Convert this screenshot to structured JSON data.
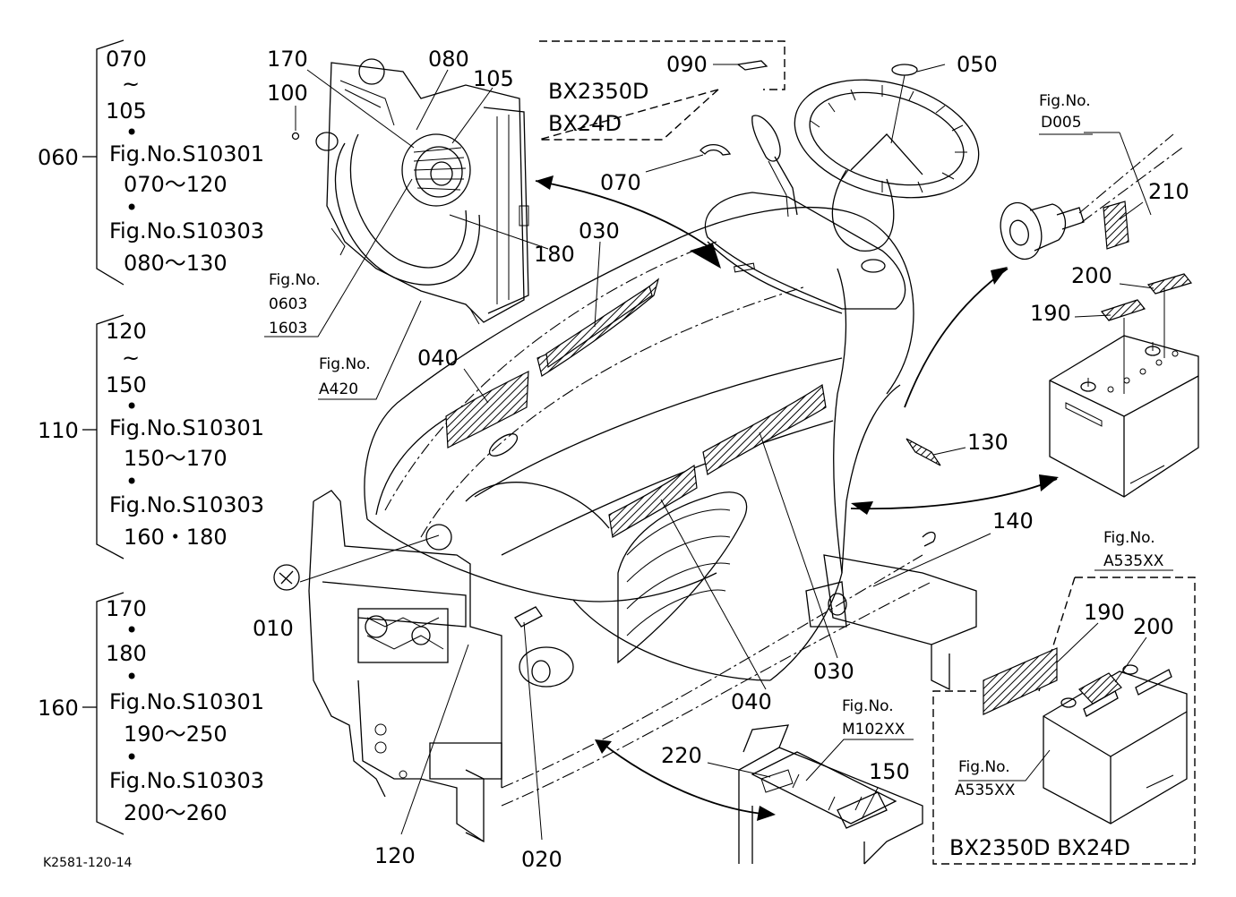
{
  "drawing_id": "K2581-120-14",
  "callouts": {
    "c010": "010",
    "c020": "020",
    "c030a": "030",
    "c030b": "030",
    "c040a": "040",
    "c040b": "040",
    "c050": "050",
    "c060": "060",
    "c070": "070",
    "c080": "080",
    "c090": "090",
    "c100": "100",
    "c105": "105",
    "c110": "110",
    "c120": "120",
    "c130": "130",
    "c140": "140",
    "c150": "150",
    "c160": "160",
    "c170": "170",
    "c180": "180",
    "c190a": "190",
    "c190b": "190",
    "c200a": "200",
    "c200b": "200",
    "c210": "210",
    "c220": "220"
  },
  "references": {
    "fig_no": "Fig.No.",
    "d005": "D005",
    "r0603": "0603",
    "r1603": "1603",
    "a420": "A420",
    "a535xx_top": "A535XX",
    "a535xx_bottom": "A535XX",
    "m102xx": "M102XX"
  },
  "models": {
    "top_line1": "BX2350D",
    "top_line2": "BX24D",
    "bottom": "BX2350D  BX24D"
  },
  "groups": [
    {
      "number": "060",
      "range_start": "070",
      "range_sep": "~",
      "range_end": "105",
      "dot1": "•",
      "ref1": "Fig.No.S10301",
      "sub1": "070～120",
      "dot2": "•",
      "ref2": "Fig.No.S10303",
      "sub2": "080～130"
    },
    {
      "number": "110",
      "range_start": "120",
      "range_sep": "~",
      "range_end": "150",
      "dot1": "•",
      "ref1": "Fig.No.S10301",
      "sub1": "150～170",
      "dot2": "•",
      "ref2": "Fig.No.S10303",
      "sub2": "160・180"
    },
    {
      "number": "160",
      "range_start": "170",
      "range_sep": "•",
      "range_end": "180",
      "dot1": "•",
      "ref1": "Fig.No.S10301",
      "sub1": "190～250",
      "dot2": "•",
      "ref2": "Fig.No.S10303",
      "sub2": "200～260"
    }
  ]
}
